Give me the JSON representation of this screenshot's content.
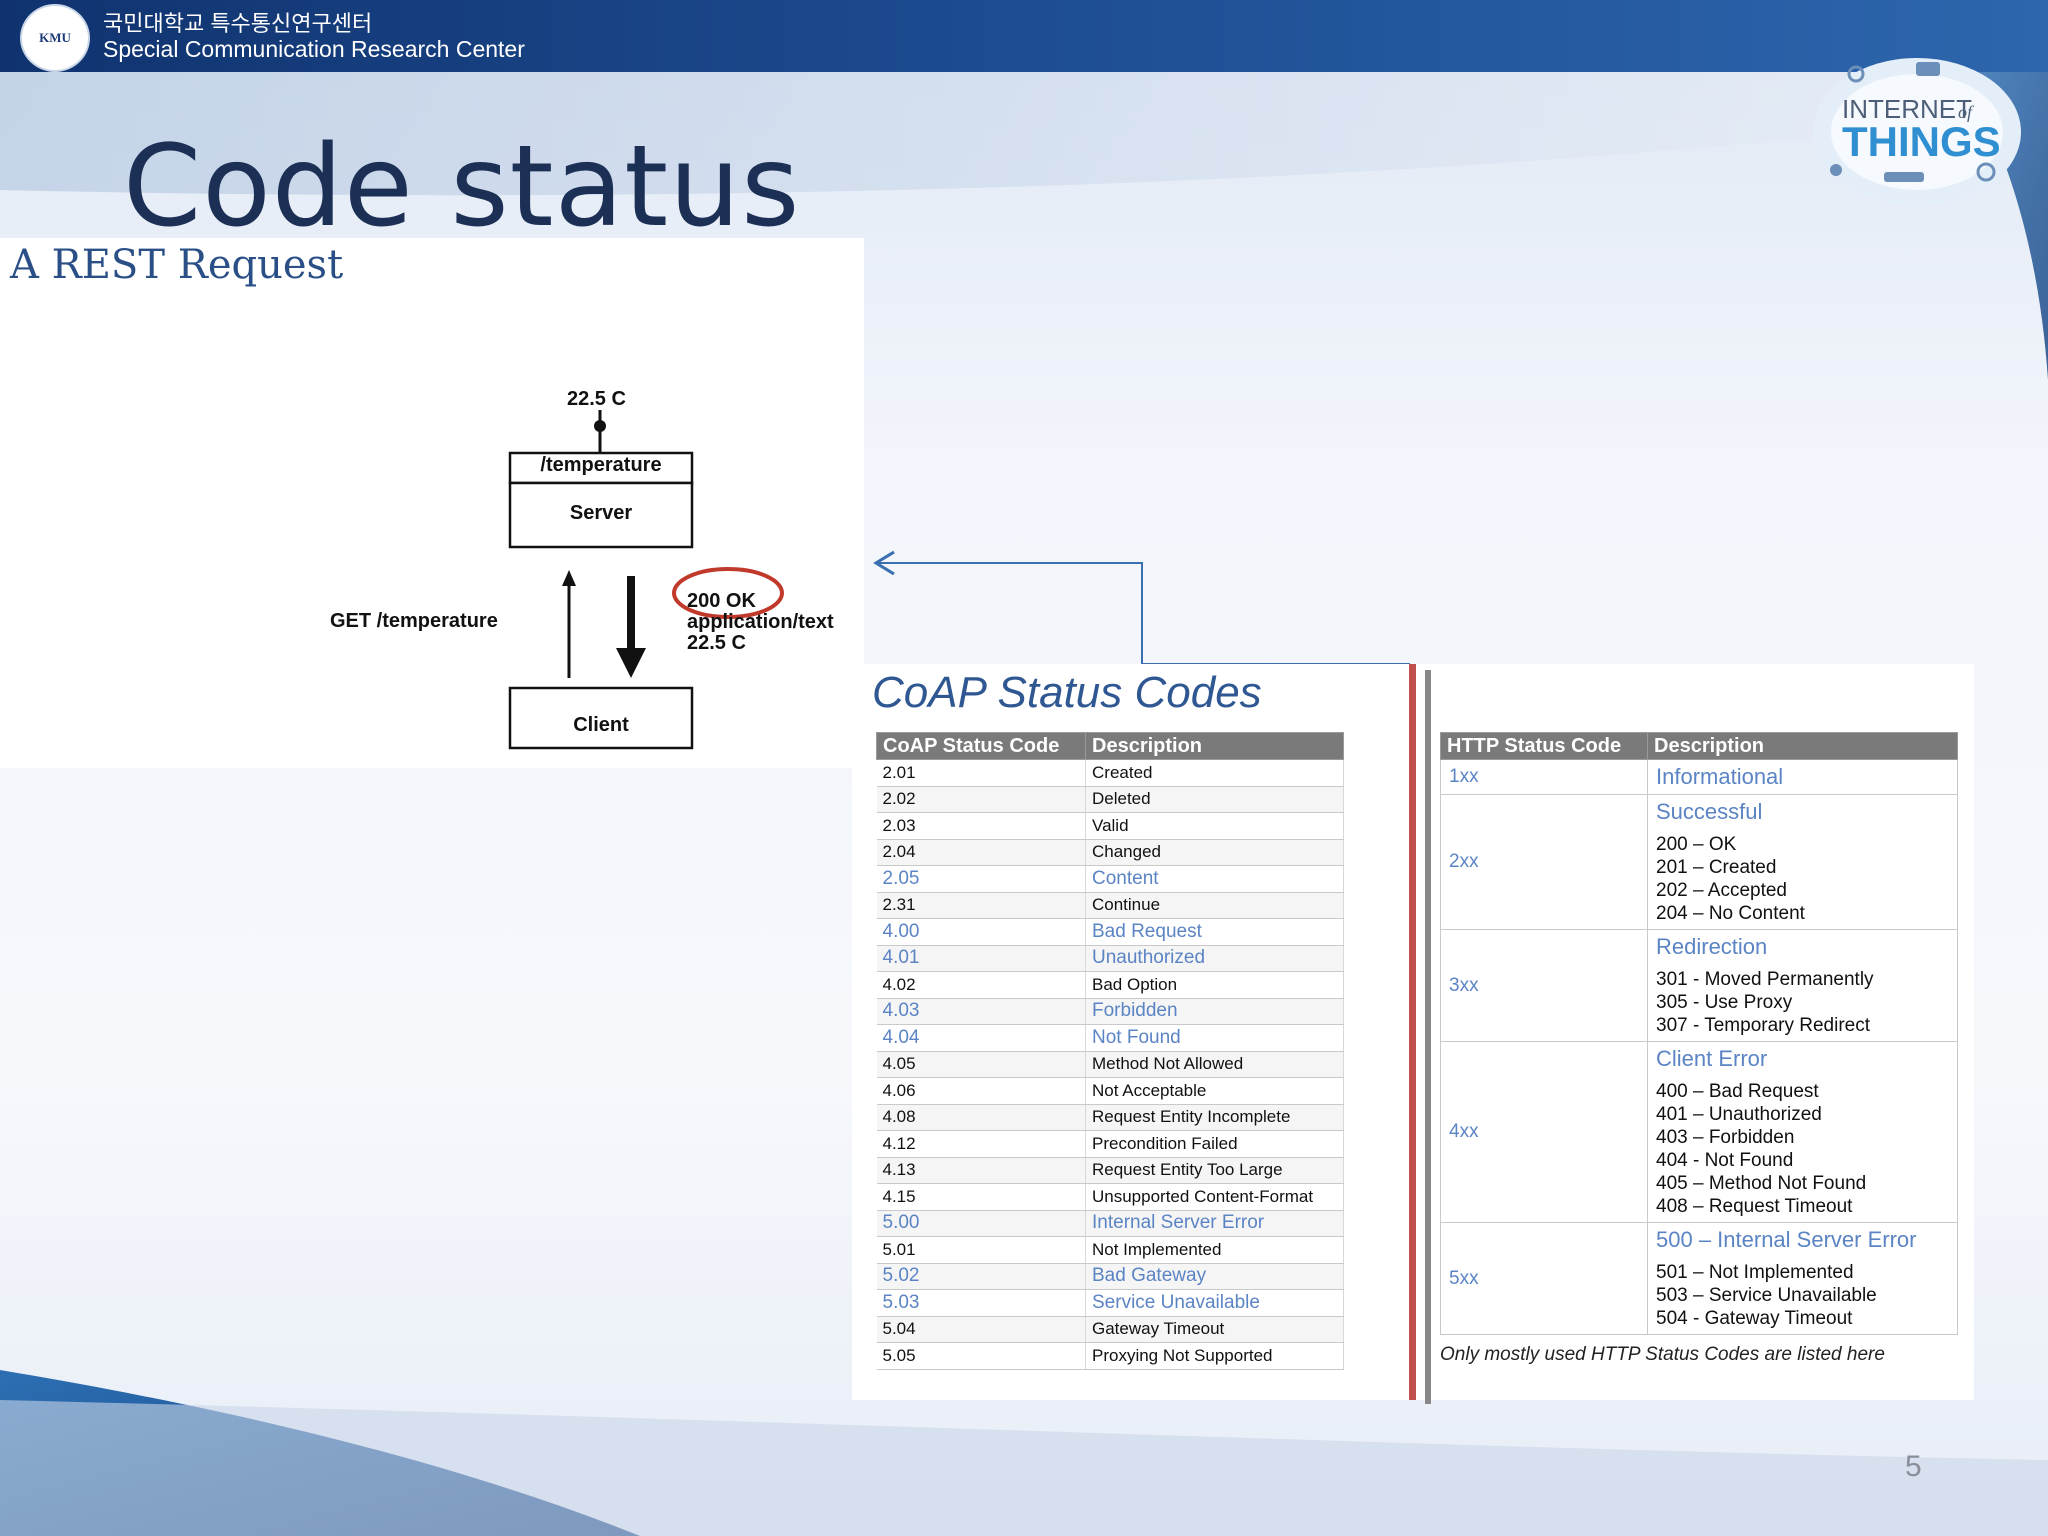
{
  "header": {
    "org_korean": "국민대학교 특수통신연구센터",
    "org_english": "Special Communication Research Center",
    "logo_text": "KMU"
  },
  "slide": {
    "title": "Code status",
    "page_number": "5"
  },
  "iot_logo": {
    "line1": "INTERNET",
    "of": "of",
    "line2": "THINGS"
  },
  "rest": {
    "title": "A REST Request",
    "resource_value": "22.5 C",
    "server_path": "/temperature",
    "server_label": "Server",
    "client_label": "Client",
    "request": "GET /temperature",
    "response_status": "200 OK",
    "response_type": "application/text",
    "response_value": "22.5  C"
  },
  "coap": {
    "title": "CoAP Status Codes",
    "headers": [
      "CoAP Status Code",
      "Description"
    ],
    "rows": [
      {
        "code": "2.01",
        "desc": "Created",
        "hl": false
      },
      {
        "code": "2.02",
        "desc": "Deleted",
        "hl": false
      },
      {
        "code": "2.03",
        "desc": "Valid",
        "hl": false
      },
      {
        "code": "2.04",
        "desc": "Changed",
        "hl": false
      },
      {
        "code": "2.05",
        "desc": "Content",
        "hl": true
      },
      {
        "code": "2.31",
        "desc": "Continue",
        "hl": false
      },
      {
        "code": "4.00",
        "desc": "Bad Request",
        "hl": true
      },
      {
        "code": "4.01",
        "desc": "Unauthorized",
        "hl": true
      },
      {
        "code": "4.02",
        "desc": "Bad Option",
        "hl": false
      },
      {
        "code": "4.03",
        "desc": "Forbidden",
        "hl": true
      },
      {
        "code": "4.04",
        "desc": "Not Found",
        "hl": true
      },
      {
        "code": "4.05",
        "desc": "Method Not Allowed",
        "hl": false
      },
      {
        "code": "4.06",
        "desc": "Not Acceptable",
        "hl": false
      },
      {
        "code": "4.08",
        "desc": "Request Entity Incomplete",
        "hl": false
      },
      {
        "code": "4.12",
        "desc": "Precondition Failed",
        "hl": false
      },
      {
        "code": "4.13",
        "desc": "Request Entity Too Large",
        "hl": false
      },
      {
        "code": "4.15",
        "desc": "Unsupported Content-Format",
        "hl": false
      },
      {
        "code": "5.00",
        "desc": "Internal Server Error",
        "hl": true
      },
      {
        "code": "5.01",
        "desc": "Not Implemented",
        "hl": false
      },
      {
        "code": "5.02",
        "desc": "Bad Gateway",
        "hl": true
      },
      {
        "code": "5.03",
        "desc": "Service Unavailable",
        "hl": true
      },
      {
        "code": "5.04",
        "desc": "Gateway Timeout",
        "hl": false
      },
      {
        "code": "5.05",
        "desc": "Proxying Not Supported",
        "hl": false
      }
    ]
  },
  "http": {
    "headers": [
      "HTTP Status Code",
      "Description"
    ],
    "rows": [
      {
        "cls": "1xx",
        "group": "Informational",
        "items": []
      },
      {
        "cls": "2xx",
        "group": "Successful",
        "items": [
          "200 – OK",
          "201 – Created",
          "202 – Accepted",
          "204 – No Content"
        ]
      },
      {
        "cls": "3xx",
        "group": "Redirection",
        "items": [
          "301 - Moved Permanently",
          "305 - Use Proxy",
          "307 - Temporary Redirect"
        ]
      },
      {
        "cls": "4xx",
        "group": "Client Error",
        "items": [
          "400 – Bad Request",
          "401 – Unauthorized",
          "403 – Forbidden",
          "404 - Not Found",
          "405 – Method Not Found",
          "408 – Request Timeout"
        ]
      },
      {
        "cls": "5xx",
        "group": "500 – Internal Server Error",
        "items": [
          "501 – Not Implemented",
          "503 – Service Unavailable",
          "504 - Gateway Timeout"
        ]
      }
    ],
    "note": "Only mostly used HTTP Status Codes are listed here"
  },
  "colors": {
    "accent_blue": "#5b84c4",
    "header_navy": "#10336f",
    "divider_red": "#c0504d"
  }
}
